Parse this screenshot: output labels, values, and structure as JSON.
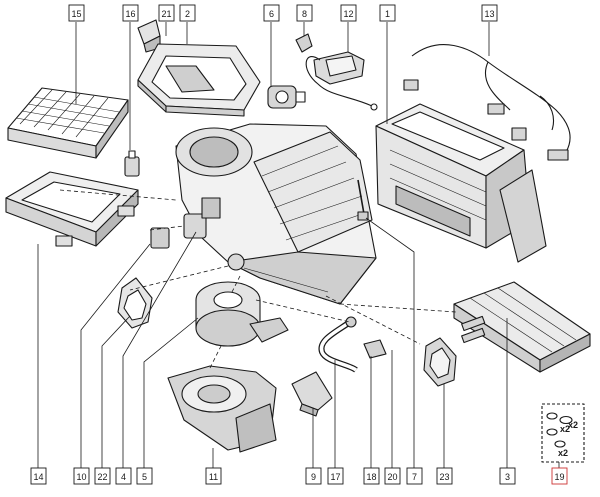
{
  "diagram": {
    "callouts": {
      "top": [
        "15",
        "16",
        "21",
        "2",
        "6",
        "8",
        "12",
        "1",
        "13"
      ],
      "bottom": [
        "14",
        "10",
        "22",
        "4",
        "5",
        "11",
        "9",
        "17",
        "18",
        "20",
        "7",
        "23",
        "3",
        "19"
      ]
    },
    "qty_labels": [
      "x2",
      "x2",
      "x2"
    ],
    "colors": {
      "ink": "#1a1a1a",
      "paper": "#ffffff",
      "highlight": "#cc3333"
    },
    "highlighted_callout": "19"
  }
}
